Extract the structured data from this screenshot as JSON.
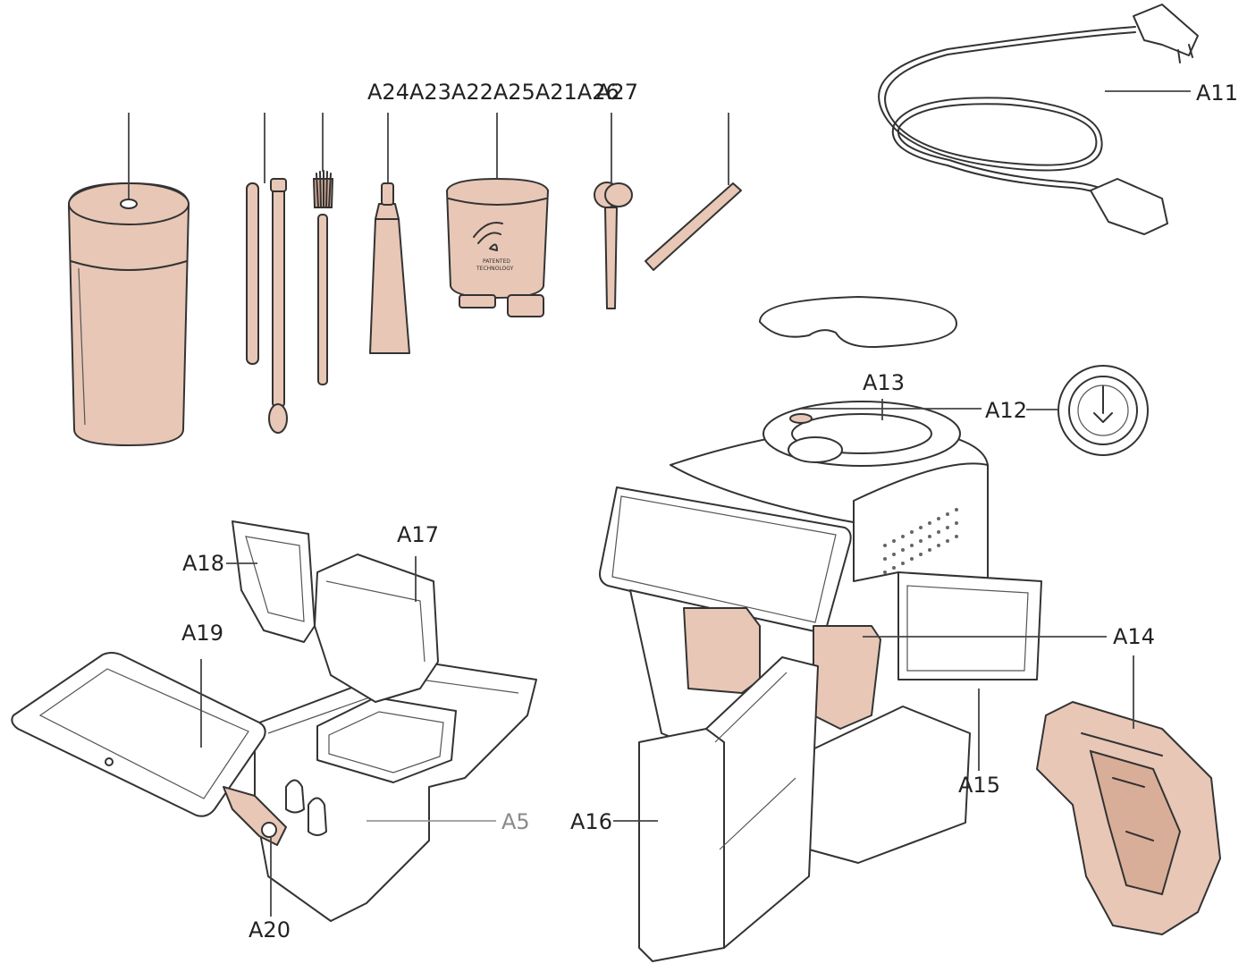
{
  "colors": {
    "part_fill": "#e8c7b6",
    "part_fill_dark": "#d9ae98",
    "stroke": "#333333",
    "line": "#444444",
    "muted_label": "#8a8a8a"
  },
  "labels": {
    "top_group": "A24A23A22A25A21A26",
    "a27": "A27",
    "a11": "A11",
    "a13": "A13",
    "a12": "A12",
    "a14": "A14",
    "a15": "A15",
    "a16": "A16",
    "a17": "A17",
    "a18": "A18",
    "a19": "A19",
    "a20": "A20",
    "a5": "A5"
  }
}
